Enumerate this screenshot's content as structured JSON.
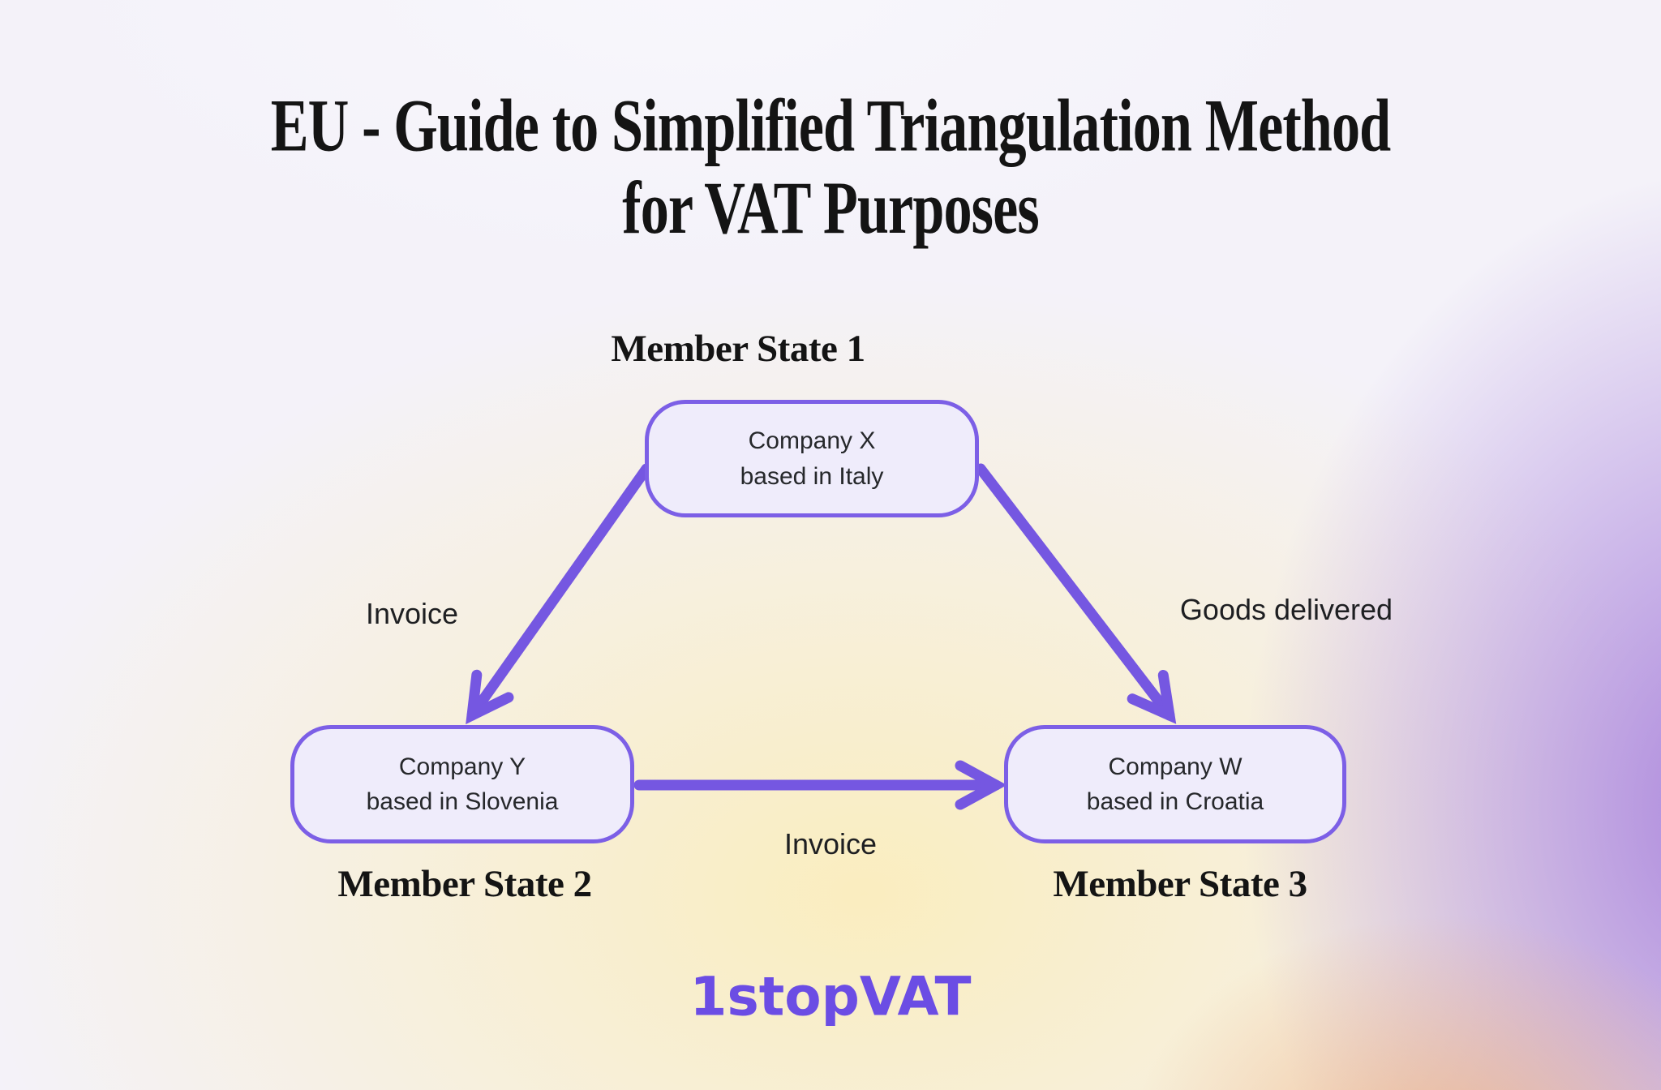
{
  "title": {
    "line1": "EU - Guide to Simplified Triangulation Method",
    "line2": "for VAT Purposes"
  },
  "diagram": {
    "nodes": [
      {
        "id": "company-x",
        "state_label": "Member State 1",
        "company_line1": "Company X",
        "company_line2": "based in Italy"
      },
      {
        "id": "company-y",
        "state_label": "Member State 2",
        "company_line1": "Company Y",
        "company_line2": "based in Slovenia"
      },
      {
        "id": "company-w",
        "state_label": "Member State 3",
        "company_line1": "Company W",
        "company_line2": "based in Croatia"
      }
    ],
    "edges": [
      {
        "from": "company-x",
        "to": "company-y",
        "label": "Invoice"
      },
      {
        "from": "company-x",
        "to": "company-w",
        "label": "Goods delivered"
      },
      {
        "from": "company-y",
        "to": "company-w",
        "label": "Invoice"
      }
    ]
  },
  "footer": {
    "logo_text": "1stopVAT"
  },
  "colors": {
    "accent_purple": "#7557E1",
    "box_border": "#7C5FE6",
    "box_fill": "#EFECFB",
    "logo_purple": "#6B4DE4",
    "text_dark": "#141414"
  }
}
